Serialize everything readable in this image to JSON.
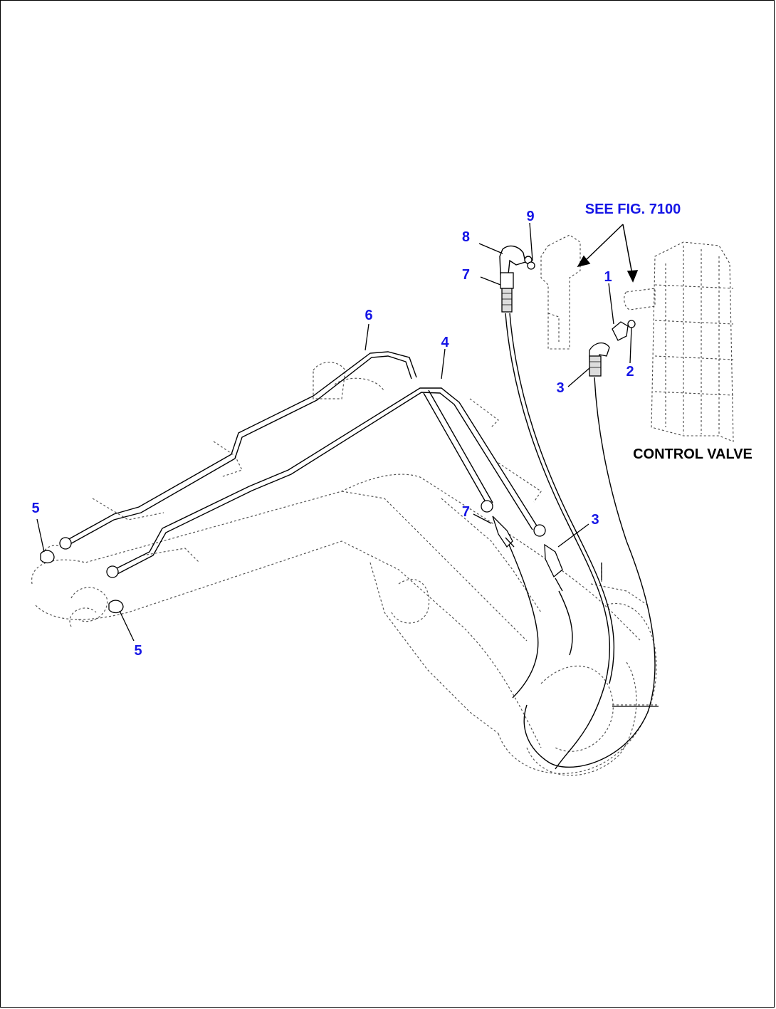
{
  "colors": {
    "callout": "#1515e6",
    "line": "#000000",
    "dashed": "#555555"
  },
  "reference_label": "SEE FIG. 7100",
  "control_valve_label": "CONTROL VALVE",
  "callouts": {
    "c1": "1",
    "c2": "2",
    "c3a": "3",
    "c3b": "3",
    "c4": "4",
    "c5a": "5",
    "c5b": "5",
    "c6": "6",
    "c7a": "7",
    "c7b": "7",
    "c8": "8",
    "c9": "9"
  }
}
